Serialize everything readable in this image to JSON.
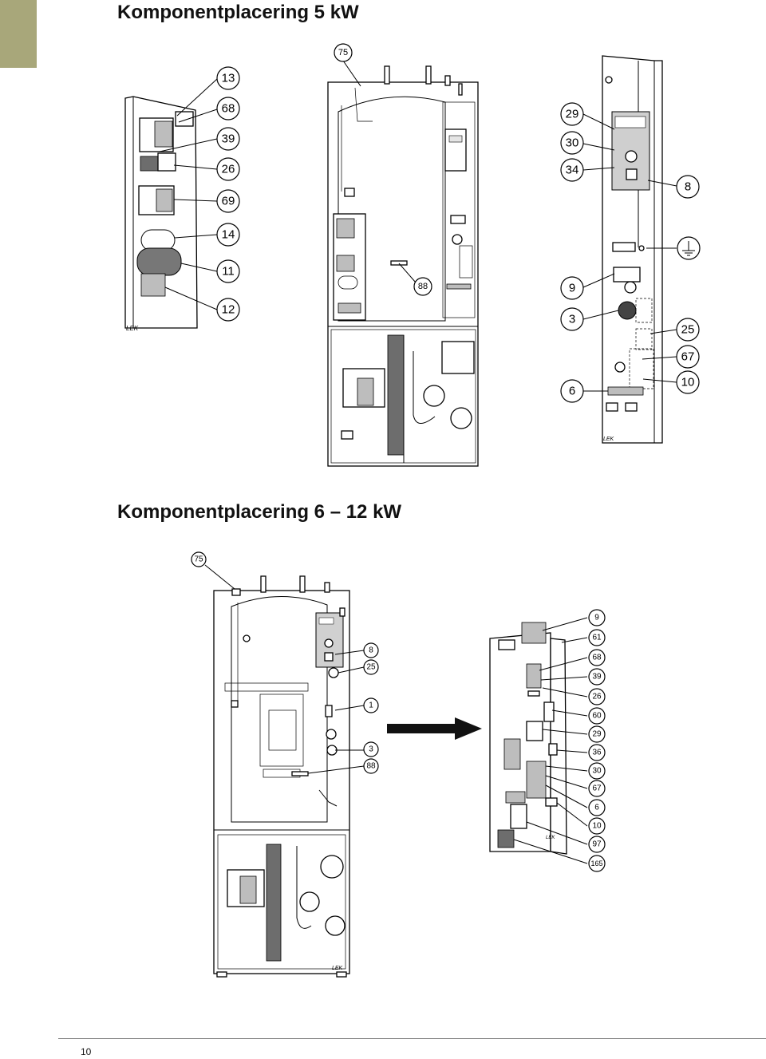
{
  "section_5kw": {
    "title": "Komponentplacering 5 kW",
    "panel_label": "LEK",
    "callouts": [
      "75",
      "13",
      "68",
      "39",
      "26",
      "69",
      "14",
      "11",
      "12",
      "88",
      "29",
      "30",
      "34",
      "8",
      "9",
      "3",
      "6",
      "25",
      "67",
      "10"
    ]
  },
  "section_6_12kw": {
    "title": "Komponentplacering 6 – 12 kW",
    "panel_label": "LEK",
    "callouts": [
      "75",
      "8",
      "25",
      "1",
      "3",
      "88",
      "9",
      "61",
      "68",
      "39",
      "26",
      "60",
      "29",
      "36",
      "30",
      "67",
      "6",
      "10",
      "97",
      "165"
    ]
  },
  "footer": {
    "page_number": "10"
  }
}
